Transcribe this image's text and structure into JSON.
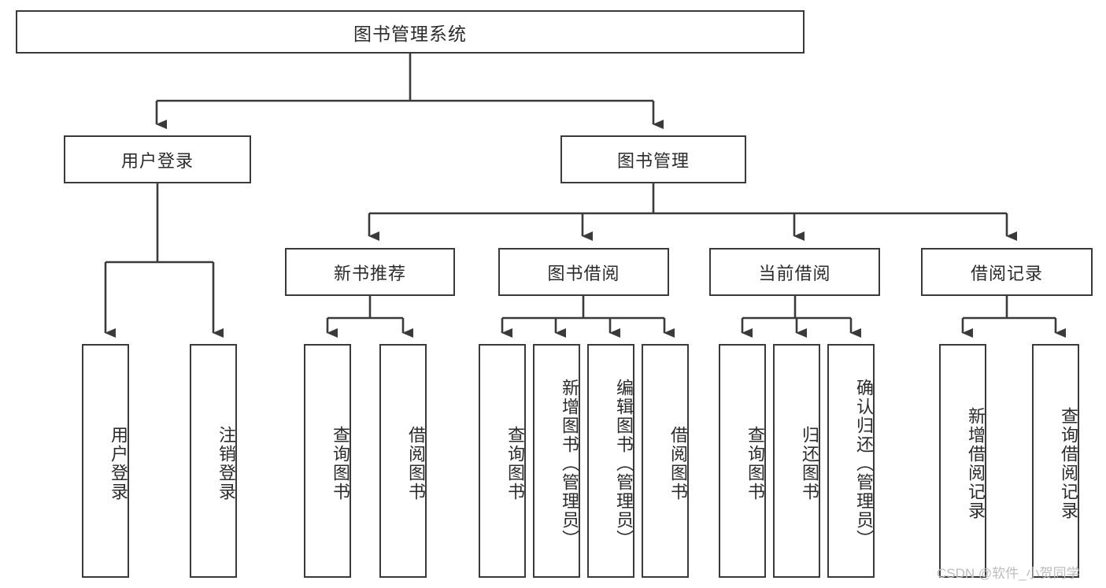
{
  "diagram": {
    "title": "图书管理系统",
    "type": "tree-hierarchy",
    "stroke_color": "#3a3a3a",
    "text_color": "#2b2b2b",
    "background_color": "#ffffff",
    "root": {
      "id": "root",
      "label": "图书管理系统",
      "orientation": "horizontal"
    },
    "level1": [
      {
        "id": "user-login",
        "label": "用户登录",
        "orientation": "horizontal"
      },
      {
        "id": "book-management",
        "label": "图书管理",
        "orientation": "horizontal"
      }
    ],
    "level2": [
      {
        "id": "new-book-recommend",
        "label": "新书推荐",
        "orientation": "horizontal"
      },
      {
        "id": "book-borrow",
        "label": "图书借阅",
        "orientation": "horizontal"
      },
      {
        "id": "current-borrow",
        "label": "当前借阅",
        "orientation": "horizontal"
      },
      {
        "id": "borrow-record",
        "label": "借阅记录",
        "orientation": "horizontal"
      }
    ],
    "leaves": {
      "user_login": [
        {
          "id": "leaf-user-login",
          "label": "用户登录"
        },
        {
          "id": "leaf-logout",
          "label": "注销登录"
        }
      ],
      "new_book_recommend": [
        {
          "id": "leaf-query-book-1",
          "label": "查询图书"
        },
        {
          "id": "leaf-borrow-book-1",
          "label": "借阅图书"
        }
      ],
      "book_borrow": [
        {
          "id": "leaf-query-book-2",
          "label": "查询图书"
        },
        {
          "id": "leaf-add-book",
          "label": "新增图书（管理员）"
        },
        {
          "id": "leaf-edit-book",
          "label": "编辑图书（管理员）"
        },
        {
          "id": "leaf-borrow-book-2",
          "label": "借阅图书"
        }
      ],
      "current_borrow": [
        {
          "id": "leaf-query-book-3",
          "label": "查询图书"
        },
        {
          "id": "leaf-return-book",
          "label": "归还图书"
        },
        {
          "id": "leaf-confirm-return",
          "label": "确认归还（管理员）"
        }
      ],
      "borrow_record": [
        {
          "id": "leaf-add-record",
          "label": "新增借阅记录"
        },
        {
          "id": "leaf-query-record",
          "label": "查询借阅记录"
        }
      ]
    }
  },
  "watermark": {
    "text": "CSDN @软件_小贺同学"
  }
}
